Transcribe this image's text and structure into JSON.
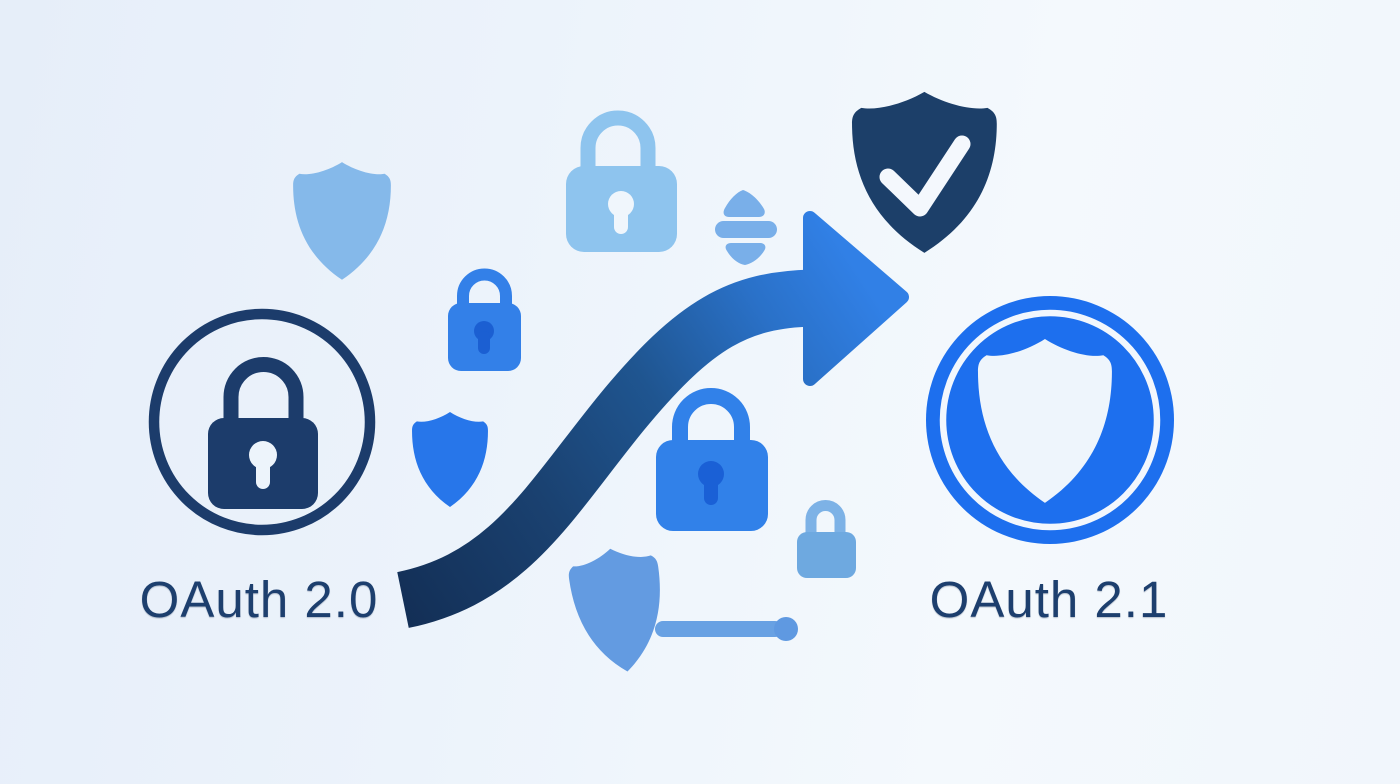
{
  "illustration": {
    "theme": "OAuth 2.0 to OAuth 2.1 migration",
    "labels": {
      "source": "OAuth 2.0",
      "target": "OAuth 2.1"
    },
    "colors": {
      "background_left": "#e6eef9",
      "background_right": "#f4f9fd",
      "navy": "#1c3c6b",
      "navy_dark": "#14335c",
      "bright_blue": "#2e7ce2",
      "badge_blue": "#1d6fee",
      "mid_blue": "#3181e9",
      "keyhole_blue": "#1a60d6",
      "light_blue": "#85b9ea",
      "soft_blue": "#6ea9e0",
      "white_ish": "#f2f7fd"
    },
    "icons": [
      {
        "name": "shield-light-icon"
      },
      {
        "name": "padlock-light-large-icon"
      },
      {
        "name": "padlock-blue-small-icon"
      },
      {
        "name": "divide-icon"
      },
      {
        "name": "shield-check-icon"
      },
      {
        "name": "curved-arrow-right-icon"
      },
      {
        "name": "padlock-circle-badge-icon"
      },
      {
        "name": "shield-blue-small-icon"
      },
      {
        "name": "padlock-blue-large-icon"
      },
      {
        "name": "padlock-light-small-icon"
      },
      {
        "name": "shield-key-icon"
      },
      {
        "name": "shield-circle-badge-icon"
      }
    ]
  }
}
